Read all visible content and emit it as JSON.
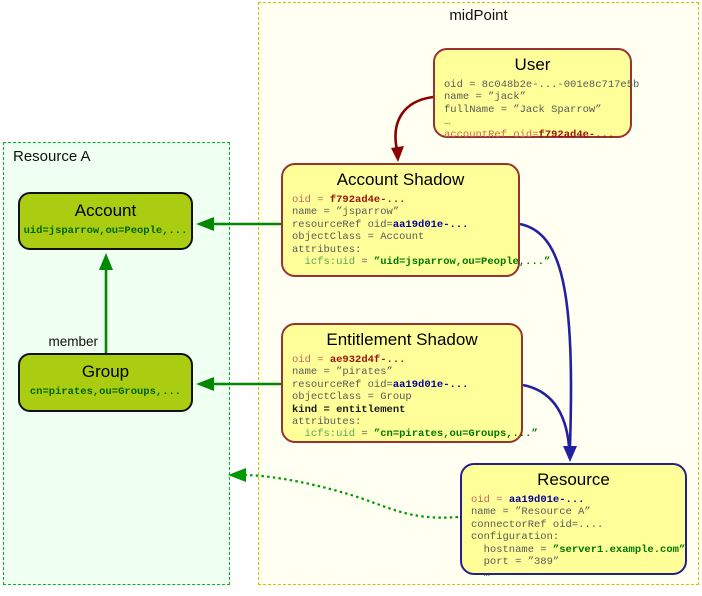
{
  "containers": {
    "midpoint": {
      "title": "midPoint"
    },
    "resource_a": {
      "title": "Resource A"
    }
  },
  "labels": {
    "member": "member"
  },
  "boxes": {
    "user": {
      "title": "User",
      "lines": [
        [
          {
            "t": "oid = 8c048b2e-...-001e8c717e5b",
            "c": "gray"
          }
        ],
        [
          {
            "t": "name = ”jack”",
            "c": "gray"
          }
        ],
        [
          {
            "t": "fullName = ”Jack Sparrow”",
            "c": "gray"
          }
        ],
        [
          {
            "t": "…",
            "c": "gray"
          }
        ],
        [
          {
            "t": "accountRef oid=",
            "c": "salmon"
          },
          {
            "t": "f792ad4e-...",
            "c": "redb"
          }
        ]
      ]
    },
    "account_shadow": {
      "title": "Account Shadow",
      "lines": [
        [
          {
            "t": "oid = ",
            "c": "salmon"
          },
          {
            "t": "f792ad4e-...",
            "c": "redb"
          }
        ],
        [
          {
            "t": "name = ”jsparrow”",
            "c": "gray"
          }
        ],
        [
          {
            "t": "resourceRef oid=",
            "c": "gray"
          },
          {
            "t": "aa19d01e-...",
            "c": "navyb"
          }
        ],
        [
          {
            "t": "objectClass = Account",
            "c": "gray"
          }
        ],
        [
          {
            "t": "attributes:",
            "c": "gray"
          }
        ],
        [
          {
            "t": "  icfs:uid",
            "c": "greenl"
          },
          {
            "t": " = ",
            "c": "gray"
          },
          {
            "t": "”uid=jsparrow,ou=People,...”",
            "c": "greenb"
          }
        ]
      ]
    },
    "entitlement_shadow": {
      "title": "Entitlement Shadow",
      "lines": [
        [
          {
            "t": "oid = ",
            "c": "salmon"
          },
          {
            "t": "ae932d4f-...",
            "c": "redb"
          }
        ],
        [
          {
            "t": "name = ”pirates”",
            "c": "gray"
          }
        ],
        [
          {
            "t": "resourceRef oid=",
            "c": "gray"
          },
          {
            "t": "aa19d01e-...",
            "c": "navyb"
          }
        ],
        [
          {
            "t": "objectClass = Group",
            "c": "gray"
          }
        ],
        [
          {
            "t": "kind = entitlement",
            "c": "blackb"
          }
        ],
        [
          {
            "t": "attributes:",
            "c": "gray"
          }
        ],
        [
          {
            "t": "  icfs:uid",
            "c": "greenl"
          },
          {
            "t": " = ",
            "c": "gray"
          },
          {
            "t": "”cn=pirates,ou=Groups,...”",
            "c": "greenb"
          }
        ]
      ]
    },
    "resource": {
      "title": "Resource",
      "lines": [
        [
          {
            "t": "oid = ",
            "c": "salmon"
          },
          {
            "t": "aa19d01e-...",
            "c": "navyb"
          }
        ],
        [
          {
            "t": "name = ”Resource A”",
            "c": "gray"
          }
        ],
        [
          {
            "t": "connectorRef oid=....",
            "c": "gray"
          }
        ],
        [
          {
            "t": "configuration:",
            "c": "gray"
          }
        ],
        [
          {
            "t": "  hostname = ",
            "c": "gray"
          },
          {
            "t": "”server1.example.com”",
            "c": "greenb"
          }
        ],
        [
          {
            "t": "  port = ”389”",
            "c": "gray"
          }
        ],
        [
          {
            "t": "  …",
            "c": "gray"
          }
        ]
      ]
    },
    "account": {
      "title": "Account",
      "subtitle": "uid=jsparrow,ou=People,..."
    },
    "group": {
      "title": "Group",
      "subtitle": "cn=pirates,ou=Groups,..."
    }
  },
  "colors": {
    "object_box_fill": "#ffff99",
    "shadow_box_border": "#993333",
    "resource_box_border": "#222288",
    "green_box_fill": "#aacc11",
    "midpoint_zone_border": "#c9c400",
    "resource_a_zone_border": "#00b81e",
    "ref_red": "#991111",
    "ref_navy": "#000099",
    "ref_green": "#007700",
    "arrow_red": "#8b0000",
    "arrow_blue": "#2222a0",
    "arrow_green": "#008800",
    "arrow_green_dotted": "#009900"
  }
}
